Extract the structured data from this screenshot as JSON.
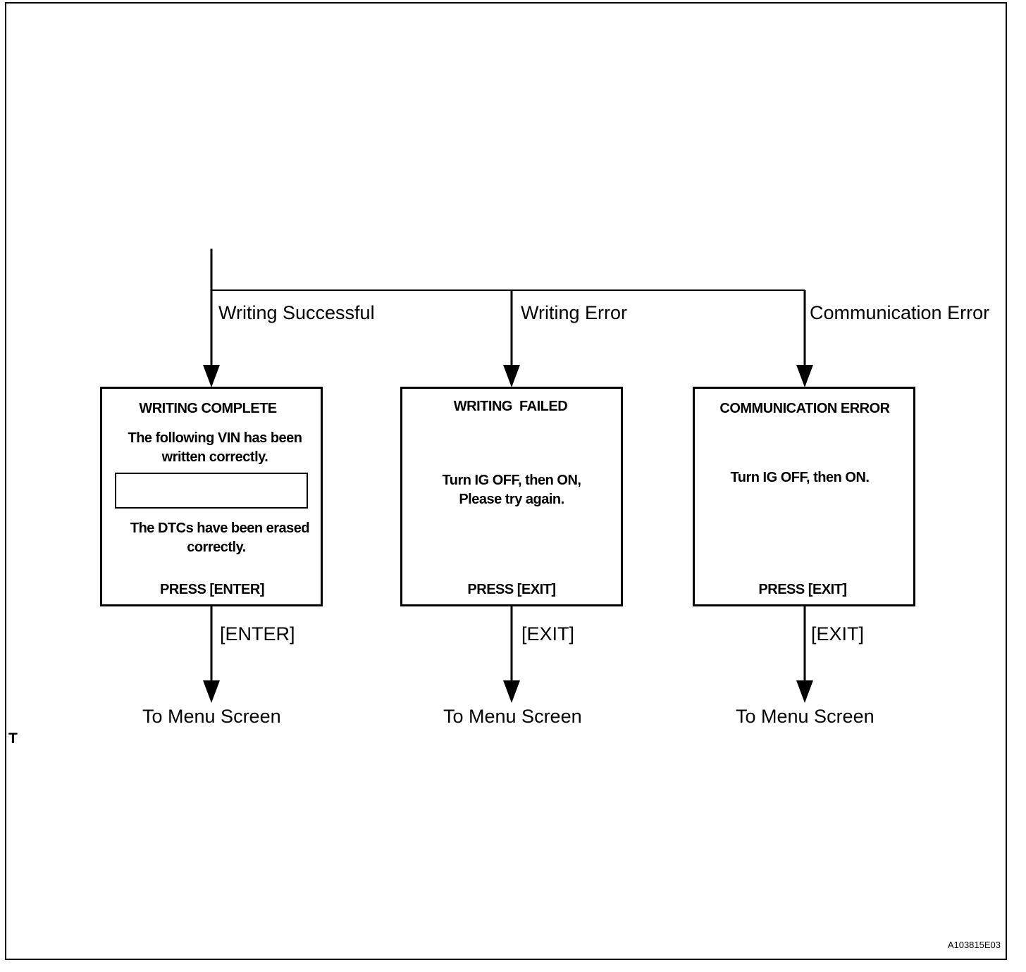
{
  "branches": [
    {
      "condition": "Writing Successful",
      "key": "[ENTER]",
      "destination": "To Menu Screen"
    },
    {
      "condition": "Writing Error",
      "key": "[EXIT]",
      "destination": "To Menu Screen"
    },
    {
      "condition": "Communication Error",
      "key": "[EXIT]",
      "destination": "To Menu Screen"
    }
  ],
  "screens": {
    "complete": {
      "title": "WRITING COMPLETE",
      "line1": "The following VIN has been",
      "line2": "written correctly.",
      "line3": "The DTCs have been erased",
      "line4": "correctly.",
      "prompt": "PRESS [ENTER]"
    },
    "failed": {
      "title": "WRITING  FAILED",
      "line1": "Turn IG OFF, then ON,",
      "line2": "Please try again.",
      "prompt": "PRESS [EXIT]"
    },
    "comm": {
      "title": "COMMUNICATION ERROR",
      "line1": "Turn IG OFF, then ON.",
      "prompt": "PRESS [EXIT]"
    }
  },
  "corner_mark": "T",
  "figure_id": "A103815E03"
}
